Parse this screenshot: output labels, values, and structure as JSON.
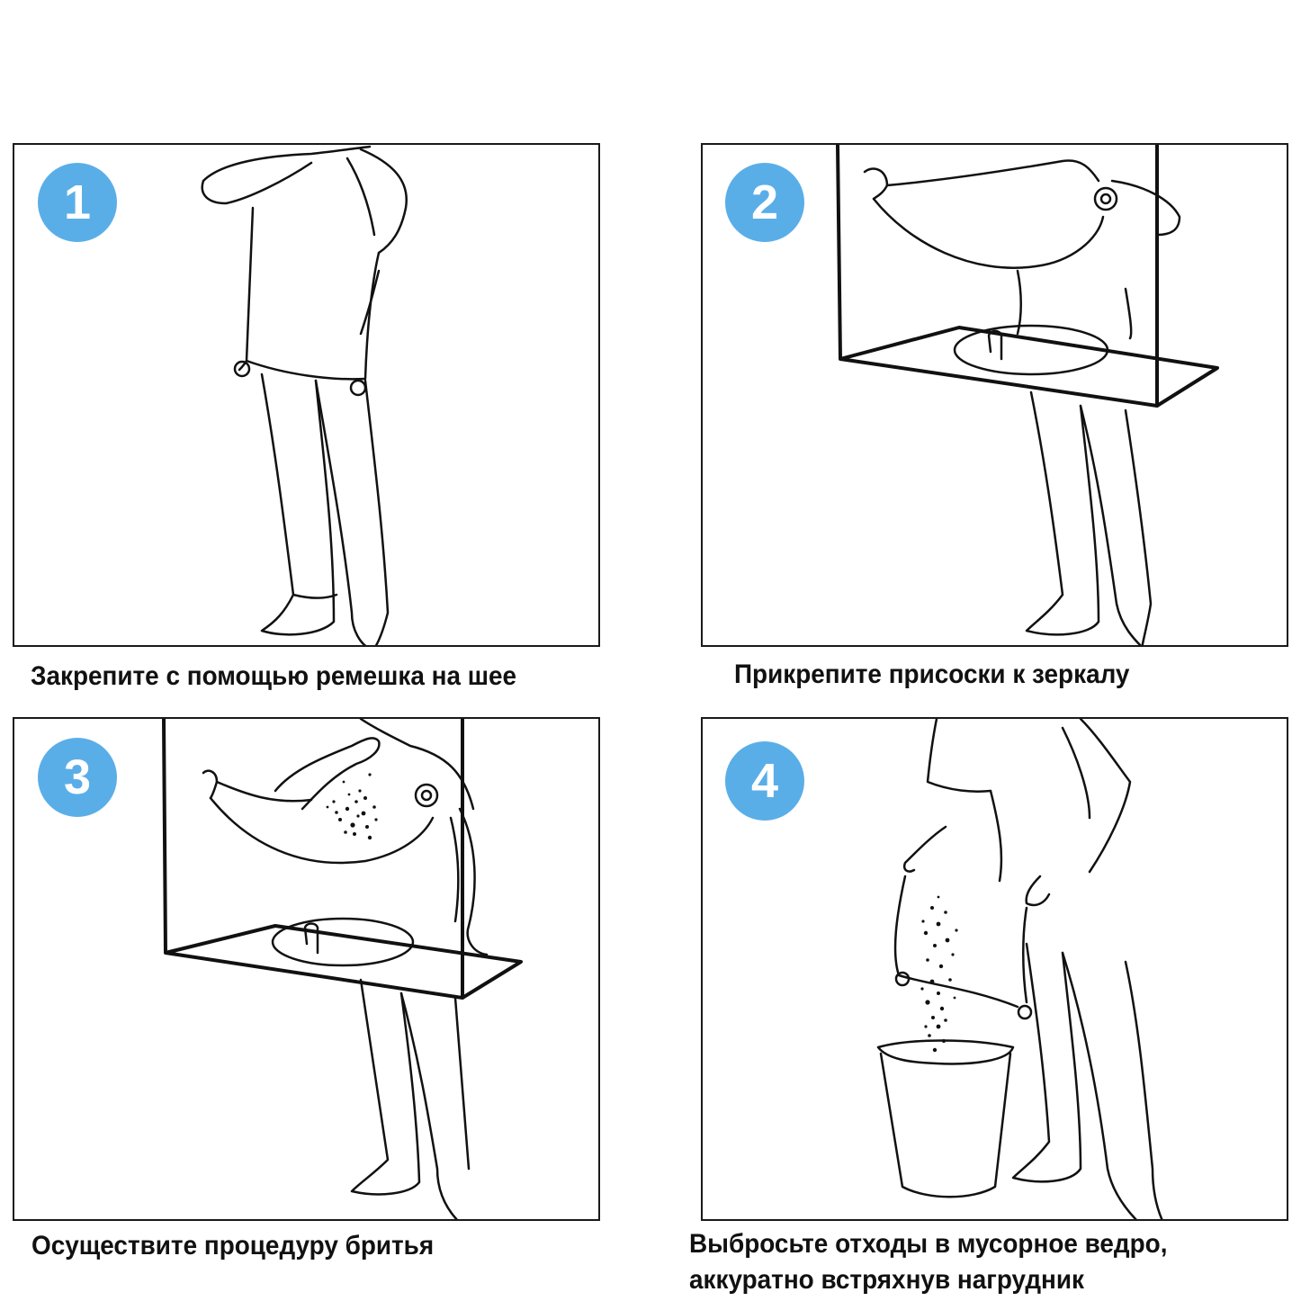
{
  "steps": [
    {
      "number": "1",
      "caption": "Закрепите с помощью ремешка на шее"
    },
    {
      "number": "2",
      "caption": "Прикрепите присоски к зеркалу"
    },
    {
      "number": "3",
      "caption": "Осуществите процедуру бритья"
    },
    {
      "number": "4",
      "caption_line1": "Выбросьте отходы в мусорное ведро,",
      "caption_line2": "аккуратно встряхнув нагрудник"
    }
  ],
  "colors": {
    "badge": "#5aaee8",
    "ink": "#111111",
    "background": "#ffffff"
  },
  "illustrations": [
    {
      "step": "1",
      "icon": "person-fastening-bib-icon"
    },
    {
      "step": "2",
      "icon": "bib-attached-to-mirror-icon"
    },
    {
      "step": "3",
      "icon": "person-shaving-icon"
    },
    {
      "step": "4",
      "icon": "emptying-bib-into-bucket-icon"
    }
  ]
}
